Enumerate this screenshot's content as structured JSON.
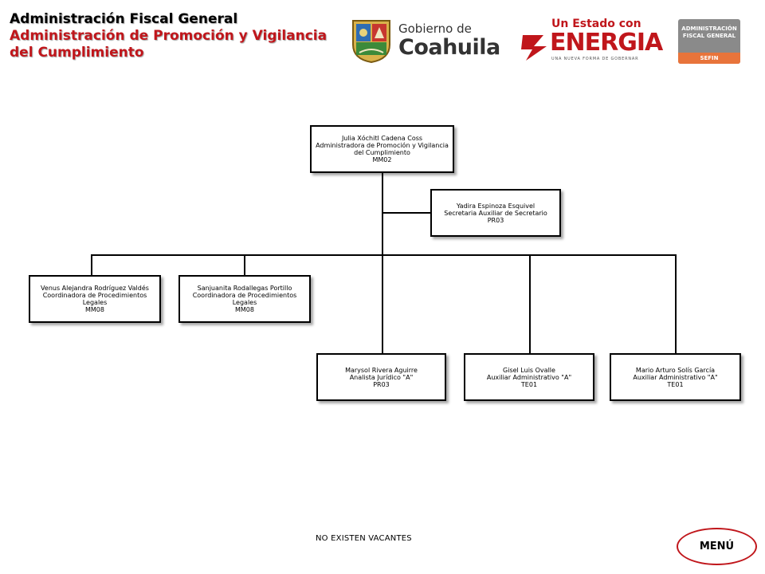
{
  "header": {
    "line1": "Administración Fiscal General",
    "line2": "Administración de Promoción y Vigilancia",
    "line3": "del Cumplimiento"
  },
  "logos": {
    "coahuila_small": "Gobierno de",
    "coahuila_big": "Coahuila",
    "energia_top": "Un Estado con",
    "energia_big": "ENERGIA",
    "energia_sub": "UNA NUEVA FORMA DE GOBERNAR",
    "afg_line1": "ADMINISTRACIÓN",
    "afg_line2": "FISCAL GENERAL",
    "afg_line3": "SEFIN"
  },
  "org": {
    "root": {
      "name": "Julia Xóchitl Cadena Coss",
      "role": "Administradora de Promoción y Vigilancia del Cumplimiento",
      "code": "MM02"
    },
    "staff": {
      "name": "Yadira Espinoza Esquivel",
      "role": "Secretaria Auxiliar de Secretario",
      "code": "PR03"
    },
    "coord1": {
      "name": "Venus Alejandra Rodríguez Valdés",
      "role": "Coordinadora de Procedimientos Legales",
      "code": "MM08"
    },
    "coord2": {
      "name": "Sanjuanita Rodallegas Portillo",
      "role": "Coordinadora de Procedimientos Legales",
      "code": "MM08"
    },
    "analyst": {
      "name": "Marysol Rivera Aguirre",
      "role": "Analista Jurídico \"A\"",
      "code": "PR03"
    },
    "aux1": {
      "name": "Gisel Luis Ovalle",
      "role": "Auxiliar Administrativo \"A\"",
      "code": "TE01"
    },
    "aux2": {
      "name": "Mario Arturo Solís García",
      "role": "Auxiliar Administrativo \"A\"",
      "code": "TE01"
    }
  },
  "footer": {
    "vacancies": "NO EXISTEN VACANTES",
    "menu": "MENÚ"
  },
  "colors": {
    "accent": "#c0161b",
    "afg_bg": "#8a8a8a",
    "afg_band": "#e8743b"
  }
}
